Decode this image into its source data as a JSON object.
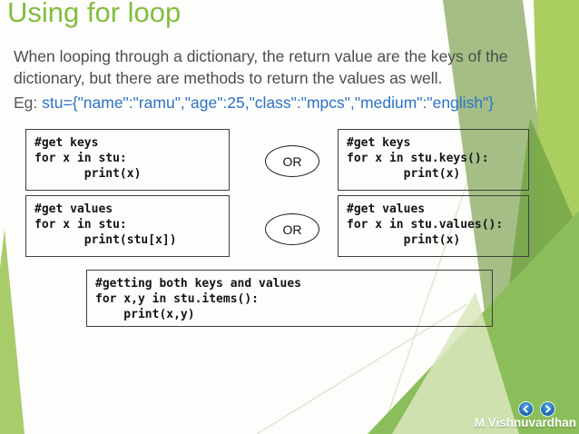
{
  "slide": {
    "title": "Using for loop"
  },
  "paragraph": {
    "line1": "When looping through a dictionary, the return value are the keys of the",
    "line2": "dictionary, but there are methods to return the values as well."
  },
  "example": {
    "label": "Eg:",
    "code": "stu={\"name\":\"ramu\",\"age\":25,\"class\":\"mpcs\",\"medium\":\"english\"}"
  },
  "code_boxes": [
    {
      "name": "get-keys-plain",
      "lines": [
        "#get keys",
        "for x in stu:",
        "       print(x)"
      ]
    },
    {
      "name": "get-keys-method",
      "lines": [
        "#get keys",
        "for x in stu.keys():",
        "        print(x)"
      ]
    },
    {
      "name": "get-values-plain",
      "lines": [
        "#get values",
        "for x in stu:",
        "       print(stu[x])"
      ]
    },
    {
      "name": "get-values-method",
      "lines": [
        "#get values",
        "for x in stu.values():",
        "        print(x)"
      ]
    },
    {
      "name": "get-items",
      "lines": [
        "#getting both keys and values",
        "for x,y in stu.items():",
        "    print(x,y)"
      ]
    }
  ],
  "connectors": {
    "or1": "OR",
    "or2": "OR"
  },
  "footer": {
    "author": "M Vishnuvardhan"
  },
  "colors": {
    "title_green": "#84bd3f",
    "example_blue": "#2d72c8",
    "body_text": "#4d4d4d",
    "band_sage": "#9cb87b",
    "band_bright": "#a7cb58",
    "shard_dark": "#76a647",
    "corner_green": "#8cbd5b",
    "shard_pale": "#d9e8bd",
    "left_triangle": "#a9cc6a",
    "nav_blue": "#2b7cc4"
  }
}
